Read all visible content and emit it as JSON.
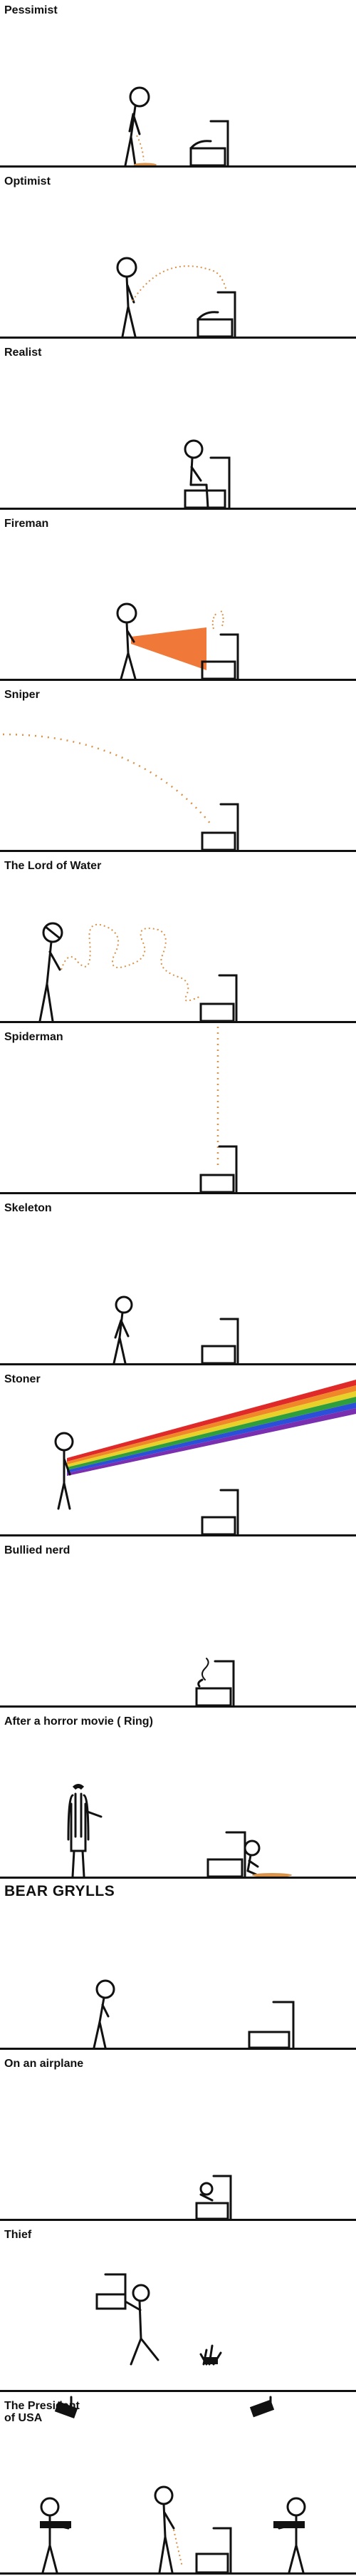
{
  "comic": {
    "panels": [
      {
        "id": "pessimist",
        "label": "Pessimist"
      },
      {
        "id": "optimist",
        "label": "Optimist"
      },
      {
        "id": "realist",
        "label": "Realist"
      },
      {
        "id": "fireman",
        "label": "Fireman"
      },
      {
        "id": "sniper",
        "label": "Sniper"
      },
      {
        "id": "lord-of-water",
        "label": "The Lord of Water"
      },
      {
        "id": "spiderman",
        "label": "Spiderman"
      },
      {
        "id": "skeleton",
        "label": "Skeleton"
      },
      {
        "id": "stoner",
        "label": "Stoner"
      },
      {
        "id": "bullied-nerd",
        "label": "Bullied nerd"
      },
      {
        "id": "horror-movie",
        "label": "After a horror movie ( Ring)"
      },
      {
        "id": "bear-grylls",
        "label": "BEAR GRYLLS"
      },
      {
        "id": "airplane",
        "label": "On an airplane"
      },
      {
        "id": "thief",
        "label": "Thief"
      },
      {
        "id": "president",
        "label": "The President\nof USA"
      }
    ]
  },
  "colors": {
    "ink": "#111111",
    "pee": "#d9934a",
    "fire_orange": "#f07838",
    "background": "#ffffff"
  },
  "rainbow": [
    "#7a2fb0",
    "#2b4fd8",
    "#2f9e3c",
    "#e8d22a",
    "#f0882a",
    "#e02a2a"
  ]
}
